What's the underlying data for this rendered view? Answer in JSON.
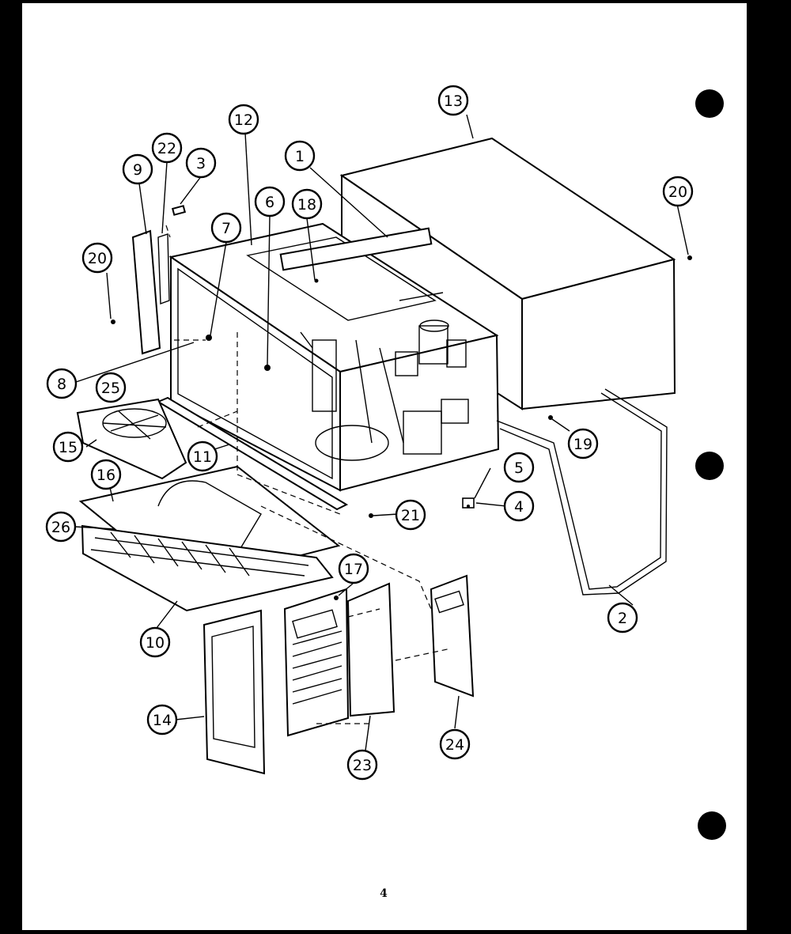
{
  "colors": {
    "background": "#000000",
    "paper": "#ffffff",
    "ink": "#000000"
  },
  "page_number": "4",
  "callouts": [
    {
      "label": "1"
    },
    {
      "label": "2"
    },
    {
      "label": "3"
    },
    {
      "label": "4"
    },
    {
      "label": "5"
    },
    {
      "label": "6"
    },
    {
      "label": "7"
    },
    {
      "label": "8"
    },
    {
      "label": "9"
    },
    {
      "label": "10"
    },
    {
      "label": "11"
    },
    {
      "label": "12"
    },
    {
      "label": "13"
    },
    {
      "label": "14"
    },
    {
      "label": "15"
    },
    {
      "label": "16"
    },
    {
      "label": "17"
    },
    {
      "label": "18"
    },
    {
      "label": "19"
    },
    {
      "label": "20"
    },
    {
      "label": "20"
    },
    {
      "label": "21"
    },
    {
      "label": "22"
    },
    {
      "label": "23"
    },
    {
      "label": "24"
    },
    {
      "label": "25"
    },
    {
      "label": "26"
    }
  ]
}
